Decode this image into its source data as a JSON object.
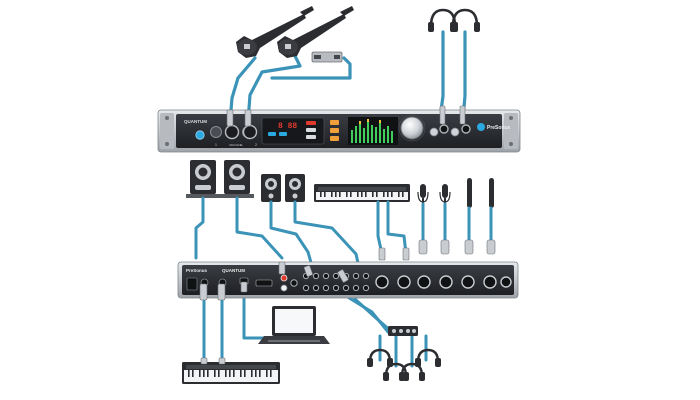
{
  "front_panel": {
    "brand_left": "QUANTUM",
    "brand_right": "PreSonus",
    "display_digits": "8 88",
    "knob_labels": [
      "1",
      "MIC/LINE",
      "2"
    ]
  },
  "rear_panel": {
    "brand_left": "PreSonus",
    "brand_right": "QUANTUM"
  },
  "colors": {
    "cable": "#3b93b8",
    "cable_dark": "#1f6f92",
    "rack_dark": "#2a2c31",
    "rack_silver": "#c9cdd2",
    "accent_red": "#e03a2e",
    "accent_blue": "#2aa8e0",
    "accent_orange": "#f2a03a"
  },
  "icons": {
    "guitars": "electric-guitar-icon",
    "di_box": "di-box-icon",
    "headphones": "headphones-icon",
    "studio_monitors": "studio-monitor-icon",
    "keyboard": "keyboard-controller-icon",
    "microphones": "condenser-microphone-icon",
    "laptop": "laptop-icon",
    "headphone_amp": "headphone-amplifier-icon"
  }
}
